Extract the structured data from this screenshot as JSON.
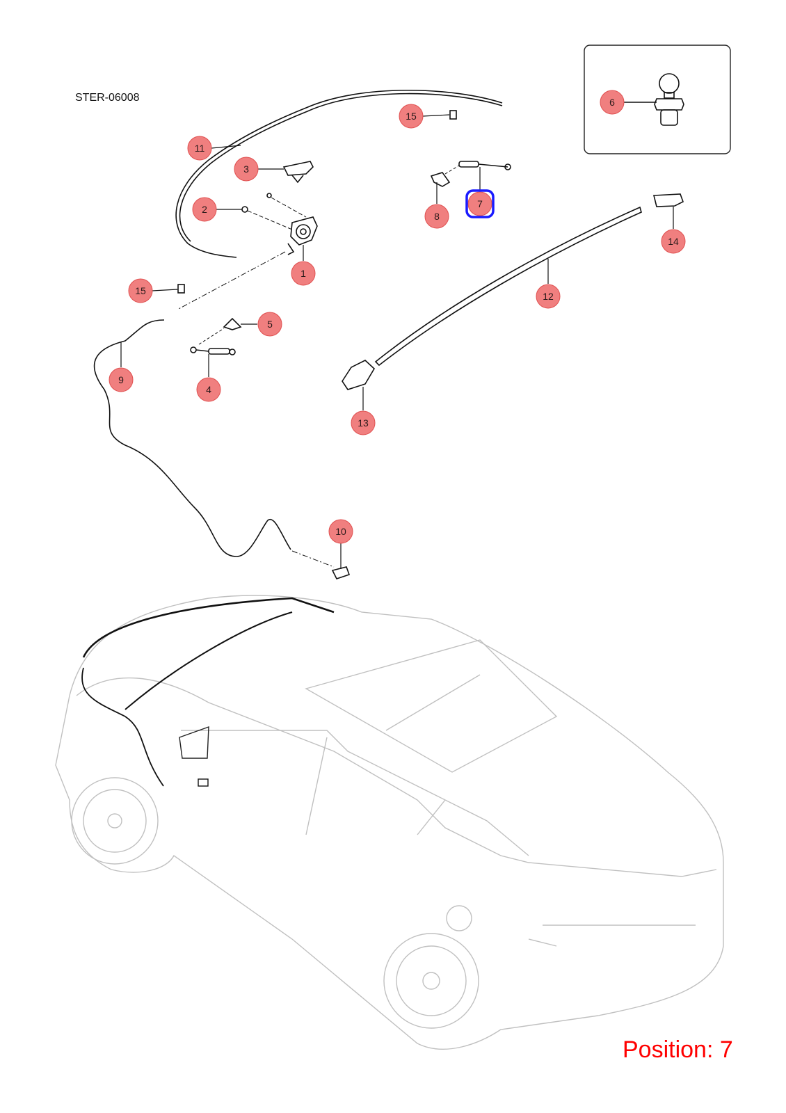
{
  "diagram_code": "STER-06008",
  "position_label": "Position: 7",
  "selected_callout": "7",
  "colors": {
    "callout_fill": "#f07f7f",
    "selection": "#1a1aff",
    "position_text": "#ff0000",
    "car_outline": "#c0c0c0"
  },
  "callouts": [
    "1",
    "2",
    "3",
    "4",
    "5",
    "6",
    "7",
    "8",
    "9",
    "10",
    "11",
    "12",
    "13",
    "14",
    "15"
  ]
}
